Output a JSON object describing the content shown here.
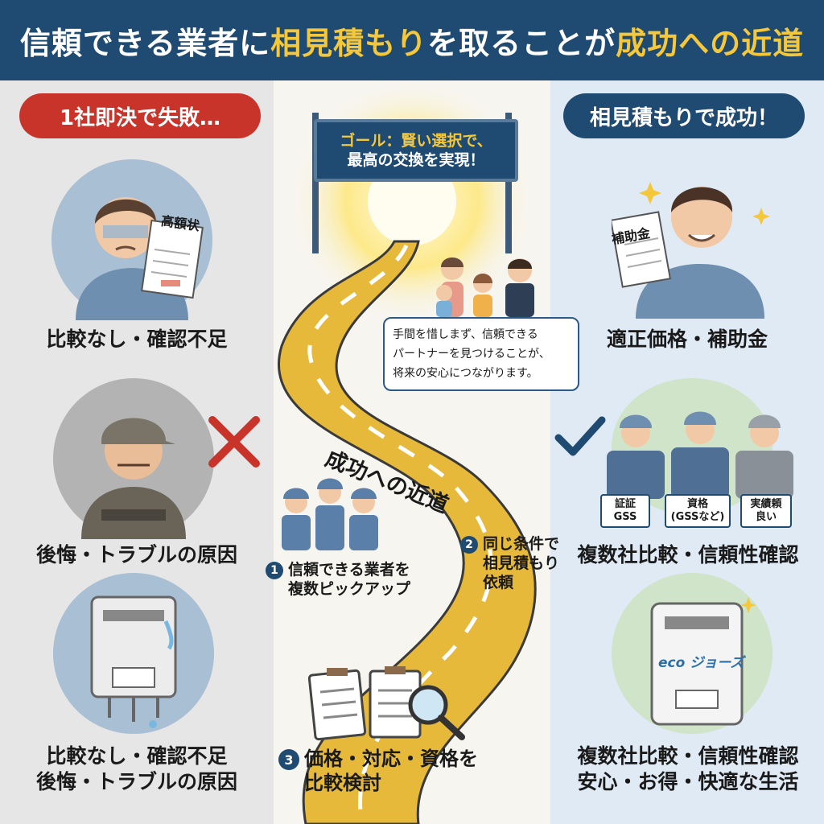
{
  "header": {
    "title_part1": "信頼できる業者に",
    "title_part2": "相見積もり",
    "title_part3": "を取ることが",
    "title_part4": "成功への近道"
  },
  "left": {
    "heading": "1社即決で失敗…",
    "item1_caption": "比較なし・確認不足",
    "item1_doc_label": "高額状",
    "item2_caption": "後悔・トラブルの原因",
    "item3_caption_line1": "比較なし・確認不足",
    "item3_caption_line2": "後悔・トラブルの原因"
  },
  "center": {
    "goal_sign_line1": "ゴール：賢い選択で、",
    "goal_sign_line2": "最高の交換を実現！",
    "speech_line1": "手間を惜しまず、信頼できる",
    "speech_line2": "パートナーを見つけることが、",
    "speech_line3": "将来の安心につながります。",
    "road_label": "成功への近道",
    "steps": [
      {
        "num": "1",
        "line1": "信頼できる業者を",
        "line2": "複数ピックアップ"
      },
      {
        "num": "2",
        "line1": "同じ条件で",
        "line2": "相見積もり",
        "line3": "依頼"
      },
      {
        "num": "3",
        "line1": "価格・対応・資格を",
        "line2": "比較検討"
      }
    ]
  },
  "right": {
    "heading": "相見積もりで成功！",
    "item1_caption": "適正価格・補助金",
    "item1_doc_label": "補助金",
    "item2_caption": "複数社比較・信頼性確認",
    "badges": [
      {
        "line1": "証証",
        "line2": "GSS"
      },
      {
        "line1": "資格",
        "line2": "(GSSなど)"
      },
      {
        "line1": "実績頼",
        "line2": "良い"
      }
    ],
    "item3_brand": "eco ジョーズ",
    "item3_caption_line1": "複数社比較・信頼性確認",
    "item3_caption_line2": "安心・お得・快適な生活"
  },
  "colors": {
    "navy": "#1f4a72",
    "yellow": "#f5c73a",
    "red": "#c8342a",
    "road": "#e7b93a"
  },
  "icons": [
    "cross-mark-icon",
    "check-mark-icon",
    "sun-icon",
    "sparkle-icon",
    "magnifier-icon",
    "clipboard-icon"
  ]
}
